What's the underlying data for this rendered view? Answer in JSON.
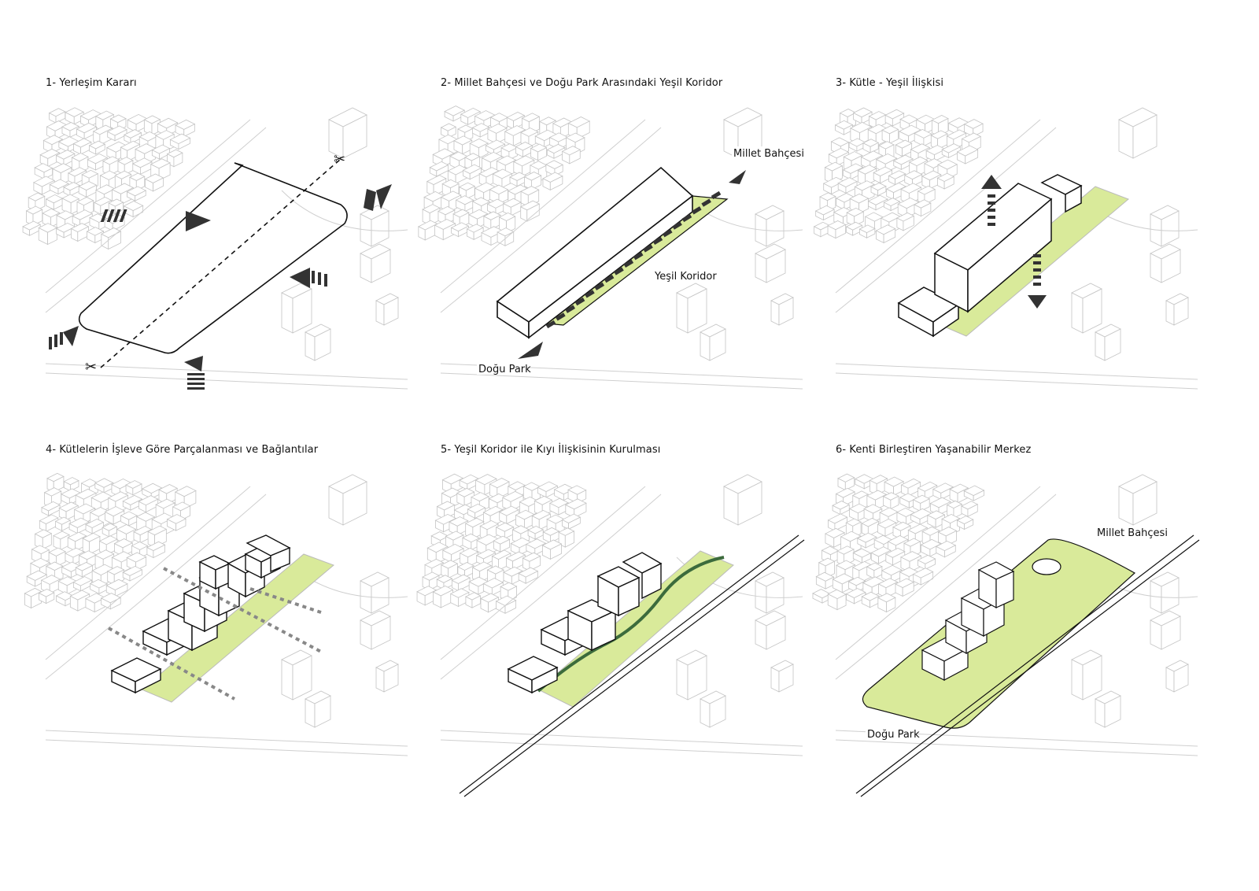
{
  "panels": [
    {
      "title": "1- Yerleşim Kararı",
      "labels": {}
    },
    {
      "title": "2- Millet Bahçesi ve Doğu Park Arasındaki Yeşil Koridor",
      "labels": {
        "millet": "Millet Bahçesi",
        "yesil": "Yeşil Koridor",
        "dogu": "Doğu Park"
      }
    },
    {
      "title": "3- Kütle - Yeşil İlişkisi",
      "labels": {}
    },
    {
      "title": "4- Kütlelerin İşleve Göre Parçalanması ve Bağlantılar",
      "labels": {}
    },
    {
      "title": "5- Yeşil Koridor ile Kıyı İlişkisinin Kurulması",
      "labels": {}
    },
    {
      "title": "6- Kenti Birleştiren Yaşanabilir Merkez",
      "labels": {
        "millet": "Millet Bahçesi",
        "dogu": "Doğu Park"
      }
    }
  ],
  "colors": {
    "green": "#d9ea9a",
    "line": "#111111",
    "context": "#c8c8c8",
    "arrow": "#333333"
  }
}
